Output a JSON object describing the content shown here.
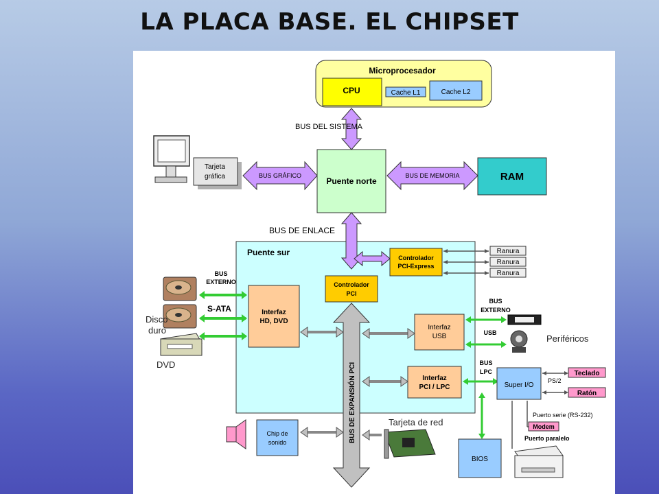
{
  "title": "LA PLACA BASE. EL CHIPSET",
  "labels": {
    "microprocesador": "Microprocesador",
    "cpu": "CPU",
    "cache_l1": "Cache L1",
    "cache_l2": "Cache L2",
    "bus_sistema": "BUS DEL SISTEMA",
    "tarjeta_grafica_1": "Tarjeta",
    "tarjeta_grafica_2": "gráfica",
    "bus_grafico": "BUS GRÁFICO",
    "puente_norte": "Puente norte",
    "bus_memoria": "BUS DE MEMORIA",
    "ram": "RAM",
    "bus_enlace": "BUS DE ENLACE",
    "puente_sur": "Puente sur",
    "ctrl_pcie_1": "Controlador",
    "ctrl_pcie_2": "PCI-Express",
    "ranura": "Ranura",
    "bus_externo_left_1": "BUS",
    "bus_externo_left_2": "EXTERNO",
    "sata": "S-ATA",
    "ctrl_pci_1": "Controlador",
    "ctrl_pci_2": "PCI",
    "discos_1": "Disco",
    "discos_2": "duro",
    "dvd": "DVD",
    "interfaz_hd_1": "Interfaz",
    "interfaz_hd_2": "HD, DVD",
    "bus_externo_right_1": "BUS",
    "bus_externo_right_2": "EXTERNO",
    "interfaz_usb_1": "Interfaz",
    "interfaz_usb_2": "USB",
    "usb": "USB",
    "perifericos": "Periféricos",
    "bus_expansion": "BUS DE EXPANSIÓN PCI",
    "bus_lpc_1": "BUS",
    "bus_lpc_2": "LPC",
    "interfaz_lpc_1": "Interfaz",
    "interfaz_lpc_2": "PCI / LPC",
    "super_io": "Super I/O",
    "ps2": "PS/2",
    "teclado": "Teclado",
    "raton": "Ratón",
    "puerto_serie": "Puerto serie (RS-232)",
    "modem": "Modem",
    "puerto_paralelo": "Puerto paralelo",
    "chip_sonido_1": "Chip de",
    "chip_sonido_2": "sonido",
    "tarjeta_red": "Tarjeta de red",
    "bios": "BIOS"
  },
  "colors": {
    "cpu_yellow": "#ffff00",
    "micro_bg": "#ffffa0",
    "cache_blue": "#99ccff",
    "north_green": "#ccffcc",
    "ram_teal": "#33cccc",
    "south_cyan": "#ccffff",
    "orange_box": "#ffcc99",
    "ctrl_orange": "#ffcc00",
    "bus_purple": "#cc99ff",
    "link_green": "#33cc33",
    "pink": "#ff99cc",
    "gray_arrow": "#c0c0c0"
  }
}
